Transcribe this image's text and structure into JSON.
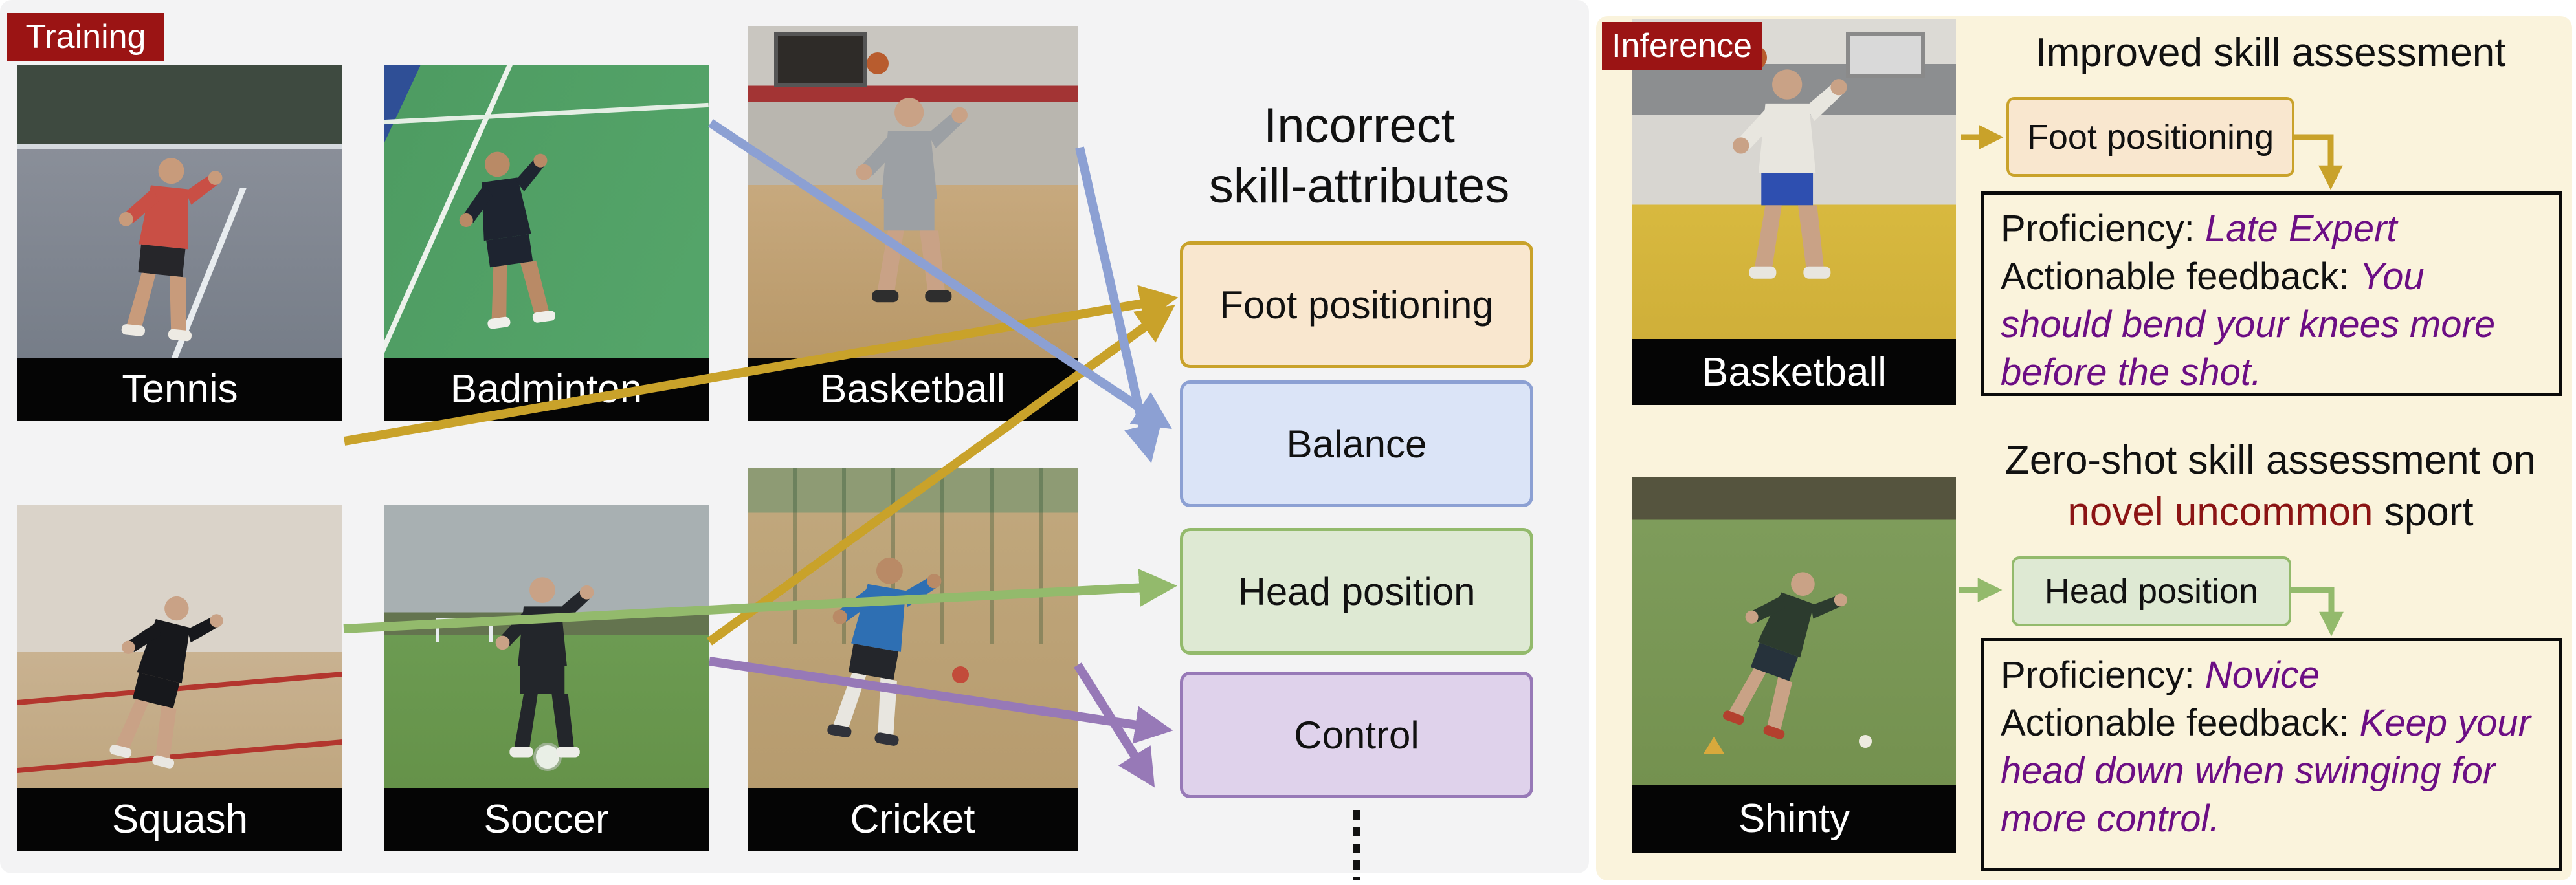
{
  "training": {
    "badge": "Training",
    "attributes_title": [
      "Incorrect",
      "skill-attributes"
    ],
    "videos": [
      {
        "id": "tennis",
        "label": "Tennis"
      },
      {
        "id": "badminton",
        "label": "Badminton"
      },
      {
        "id": "basketball",
        "label": "Basketball"
      },
      {
        "id": "squash",
        "label": "Squash"
      },
      {
        "id": "soccer",
        "label": "Soccer"
      },
      {
        "id": "cricket",
        "label": "Cricket"
      }
    ],
    "attributes": [
      {
        "label": "Foot positioning"
      },
      {
        "label": "Balance"
      },
      {
        "label": "Head position"
      },
      {
        "label": "Control"
      }
    ]
  },
  "inference": {
    "badge": "Inference",
    "improved": {
      "title": "Improved skill assessment",
      "video_label": "Basketball",
      "attribute": "Foot positioning",
      "proficiency_label": "Proficiency:",
      "proficiency_value": "Late Expert",
      "feedback_label": "Actionable feedback:",
      "feedback_value": "You should bend your knees more before the shot."
    },
    "zeroshot": {
      "title_prefix": "Zero-shot skill assessment on",
      "title_highlight": "novel uncommon",
      "title_suffix": "sport",
      "video_label": "Shinty",
      "attribute": "Head position",
      "proficiency_label": "Proficiency:",
      "proficiency_value": "Novice",
      "feedback_label": "Actionable feedback:",
      "feedback_value": "Keep your head down when swinging for more control."
    }
  },
  "colors": {
    "badge_bg": "#9B1414",
    "highlight_red": "#8B1414",
    "purple_text": "#6C0E84",
    "gold": "#C9A22A",
    "blue": "#8CA0D3",
    "green": "#93BA6C",
    "purple": "#9779B7",
    "foot_fill": "#F9E7CF",
    "balance_fill": "#DBE4F7",
    "head_fill": "#DEE9D3",
    "control_fill": "#DFD2EB"
  }
}
